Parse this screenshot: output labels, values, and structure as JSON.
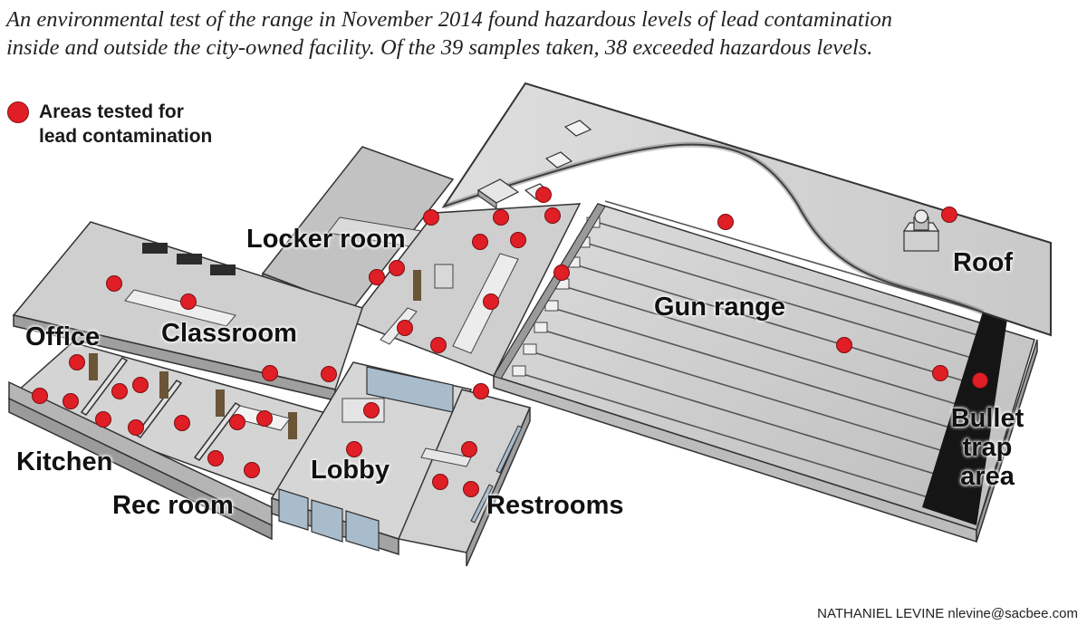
{
  "intro": {
    "line1": "An environmental test of the range in November 2014 found hazardous levels of lead contamination",
    "line2": "inside and outside the city-owned facility. Of the 39 samples taken, 38 exceeded hazardous levels."
  },
  "legend": {
    "line1": "Areas tested for",
    "line2": "lead contamination",
    "dot_color": "#e01e26"
  },
  "rooms": {
    "locker_room": "Locker room",
    "roof": "Roof",
    "office": "Office",
    "classroom": "Classroom",
    "gun_range": "Gun range",
    "bullet_trap_1": "Bullet",
    "bullet_trap_2": "trap",
    "bullet_trap_3": "area",
    "kitchen": "Kitchen",
    "lobby": "Lobby",
    "rec_room": "Rec room",
    "restrooms": "Restrooms"
  },
  "credit": "NATHANIEL LEVINE nlevine@sacbee.com"
}
